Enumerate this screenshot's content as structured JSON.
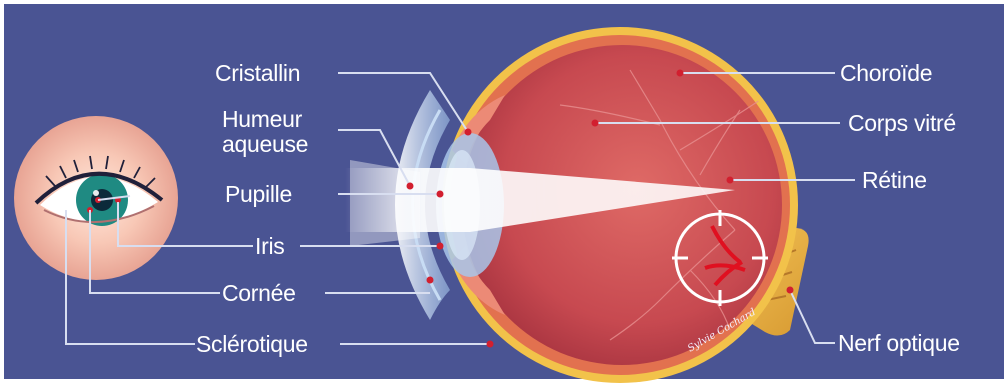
{
  "labels": {
    "cristallin": "Cristallin",
    "humeur_line1": "Humeur",
    "humeur_line2": "aqueuse",
    "pupille": "Pupille",
    "iris": "Iris",
    "cornee": "Cornée",
    "sclerotique": "Sclérotique",
    "choroide": "Choroïde",
    "corps_vitre": "Corps vitré",
    "retine": "Rétine",
    "nerf_optique": "Nerf optique"
  },
  "signature": "Sylvie Cochard",
  "colors": {
    "background": "#4a5493",
    "sclera_band": "#f2c24a",
    "choroid": "#e2714f",
    "vitreous": "#c74950",
    "halo": "#f6c2b0",
    "iris_green": "#1f8a82",
    "marker": "#d21f2f",
    "leader_lines": "#d8def0"
  }
}
